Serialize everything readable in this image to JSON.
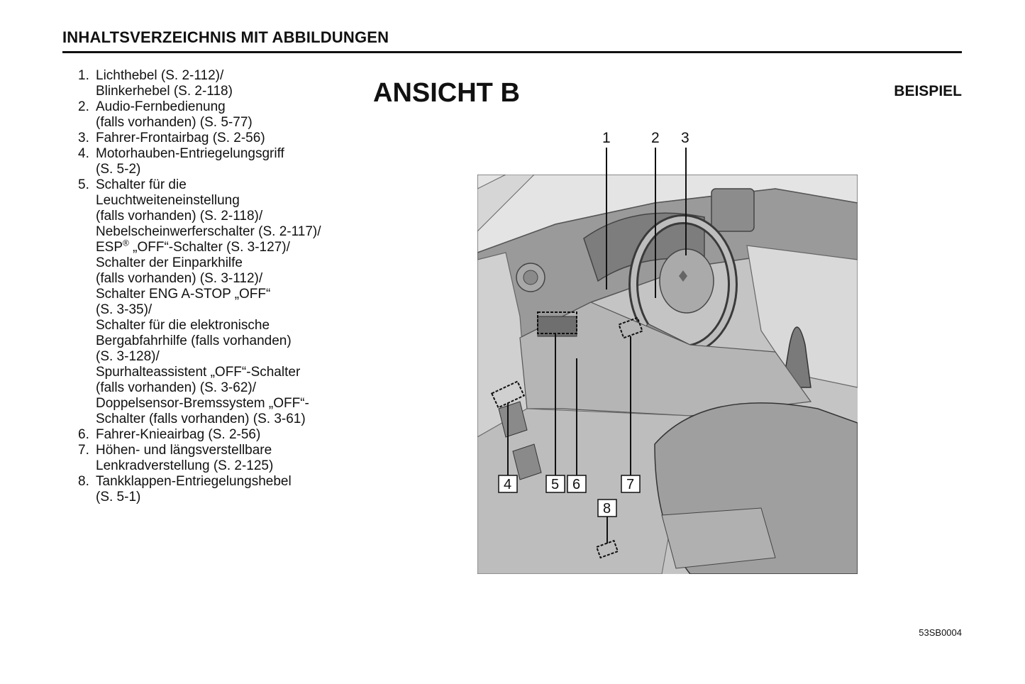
{
  "header": {
    "title": "INHALTSVERZEICHNIS MIT ABBILDUNGEN"
  },
  "view": {
    "title": "ANSICHT B",
    "example_label": "BEISPIEL"
  },
  "legend": [
    {
      "num": "1.",
      "lines": [
        "Lichthebel (S. 2-112)/",
        "Blinkerhebel (S. 2-118)"
      ]
    },
    {
      "num": "2.",
      "lines": [
        "Audio-Fernbedienung",
        "(falls vorhanden) (S. 5-77)"
      ]
    },
    {
      "num": "3.",
      "lines": [
        "Fahrer-Frontairbag (S. 2-56)"
      ]
    },
    {
      "num": "4.",
      "lines": [
        "Motorhauben-Entriegelungsgriff",
        "(S. 5-2)"
      ]
    },
    {
      "num": "5.",
      "lines": [
        "Schalter für die",
        "Leuchtweiteneinstellung",
        "(falls vorhanden) (S. 2-118)/",
        "Nebelscheinwerferschalter (S. 2-117)/",
        "ESP",
        "Schalter der Einparkhilfe",
        "(falls vorhanden) (S. 3-112)/",
        "Schalter ENG A-STOP „OFF“",
        "(S. 3-35)/",
        "Schalter für die elektronische",
        "Bergabfahrhilfe (falls vorhanden)",
        "(S. 3-128)/",
        "Spurhalteassistent „OFF“-Schalter",
        "(falls vorhanden) (S. 3-62)/",
        "Doppelsensor-Bremssystem „OFF“-",
        "Schalter (falls vorhanden) (S. 3-61)"
      ],
      "esp_sup": "®",
      "esp_rest": " „OFF“-Schalter (S. 3-127)/"
    },
    {
      "num": "6.",
      "lines": [
        "Fahrer-Knieairbag (S. 2-56)"
      ]
    },
    {
      "num": "7.",
      "lines": [
        "Höhen- und längsverstellbare",
        "Lenkradverstellung (S. 2-125)"
      ]
    },
    {
      "num": "8.",
      "lines": [
        "Tankklappen-Entriegelungshebel",
        "(S. 5-1)"
      ]
    }
  ],
  "callouts": {
    "top": [
      "1",
      "2",
      "3"
    ],
    "boxed": [
      "4",
      "5",
      "6",
      "7",
      "8"
    ]
  },
  "image_code": "53SB0004"
}
